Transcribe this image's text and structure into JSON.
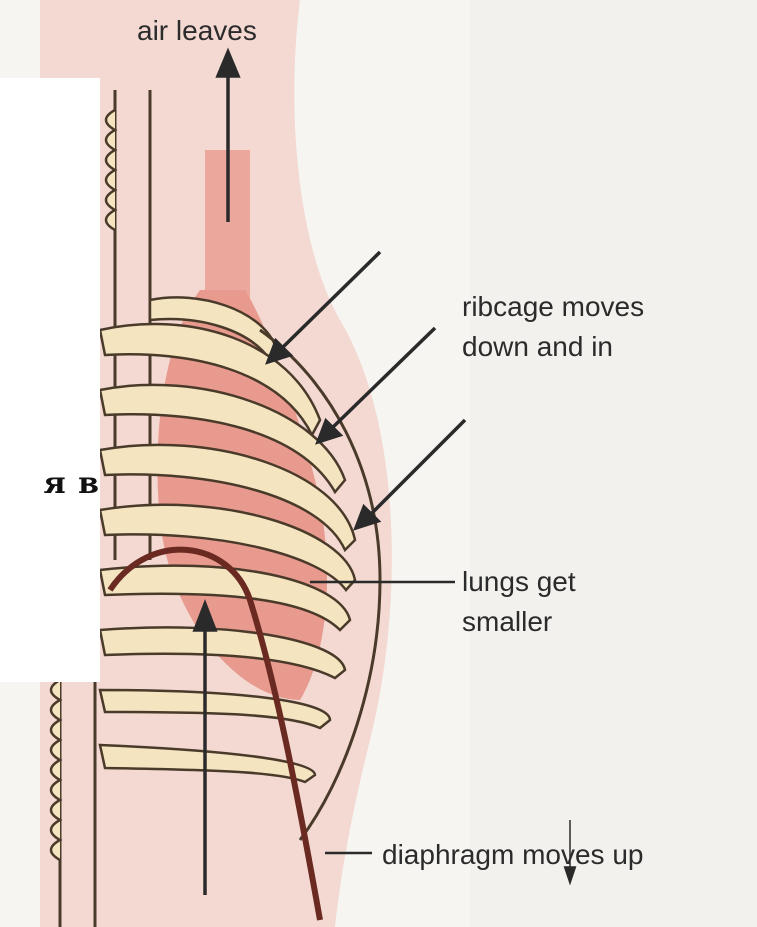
{
  "labels": {
    "air_leaves": "air leaves",
    "ribcage_line1": "ribcage moves",
    "ribcage_line2": "down and in",
    "lungs_line1": "lungs get",
    "lungs_line2": "smaller",
    "diaphragm": "diaphragm moves up"
  },
  "overlay_text": "я в",
  "colors": {
    "skin": "#f3d9d2",
    "bone": "#f4e4c0",
    "bone_outline": "#4a3a2a",
    "lung": "#e89a8e",
    "diaphragm": "#6a2a22",
    "arrow": "#2a2a2a",
    "overlay_panel": "#ffffff"
  }
}
